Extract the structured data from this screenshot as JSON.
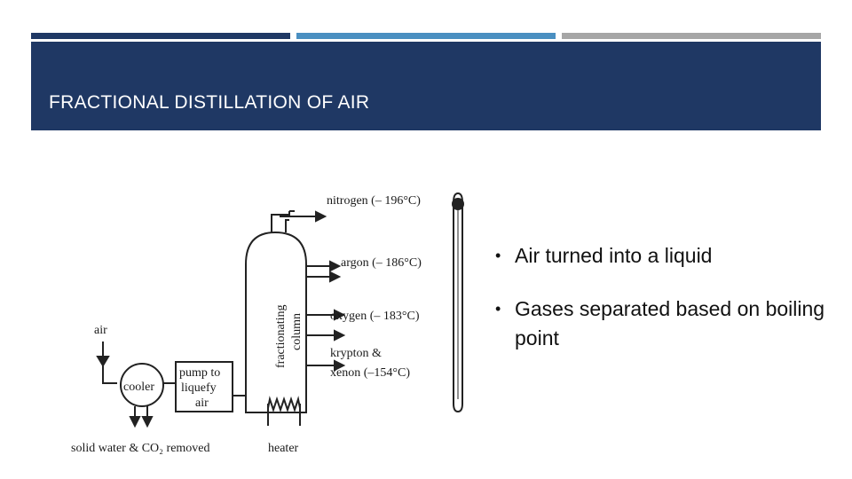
{
  "slide": {
    "title": "FRACTIONAL DISTILLATION OF AIR",
    "accent_colors": {
      "dark_blue": "#1f3864",
      "mid_blue": "#4a8fc1",
      "gray": "#a6a6a6"
    }
  },
  "diagram": {
    "labels": {
      "air": "air",
      "cooler": "cooler",
      "pump_line1": "pump to",
      "pump_line2": "liquefy",
      "pump_line3": "air",
      "column_line1": "fractionating",
      "column_line2": "column",
      "nitrogen": "nitrogen (– 196°C)",
      "argon": "argon (– 186°C)",
      "oxygen": "oxygen (– 183°C)",
      "krypton_line1": "krypton &",
      "krypton_line2": "xenon   (–154°C)",
      "removed": "solid water & CO₂ removed",
      "heater": "heater"
    }
  },
  "bullets": [
    "Air turned into a liquid",
    "Gases separated based on boiling point"
  ]
}
